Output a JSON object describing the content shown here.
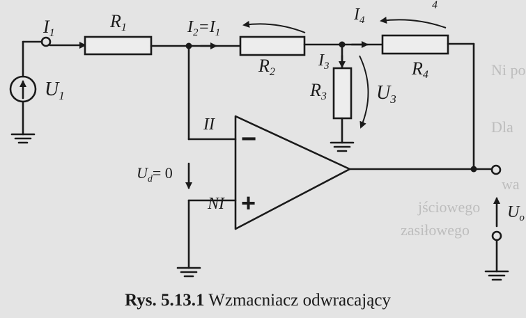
{
  "figure": {
    "caption_number": "Rys. 5.13.1",
    "caption_text": "Wzmacniacz odwracający"
  },
  "labels": {
    "source_current": "I",
    "source_current_sub": "1",
    "r1": "R",
    "r1_sub": "1",
    "i2_main": "I",
    "i2_sub": "2",
    "i2_eq": "=I",
    "i2_eq_sub": "1",
    "r2": "R",
    "r2_sub": "2",
    "i3": "I",
    "i3_sub": "3",
    "r3": "R",
    "r3_sub": "3",
    "u3": "U",
    "u3_sub": "3",
    "i4": "I",
    "i4_sub": "4",
    "r4": "R",
    "r4_sub": "4",
    "top_right_fragment": "4",
    "u1": "U",
    "u1_sub": "1",
    "inverting_input": "II",
    "noninverting_input": "NI",
    "minus_sign": "−",
    "plus_sign": "+",
    "ud": "U",
    "ud_sub": "d",
    "ud_value": "= 0",
    "uo": "U",
    "uo_sub": "o"
  },
  "background_text": [
    "Ni po",
    "Dla",
    "wa",
    "jściowego",
    "zasiłowego"
  ],
  "colors": {
    "background": "#e4e4e4",
    "ink": "#1a1a1a"
  }
}
